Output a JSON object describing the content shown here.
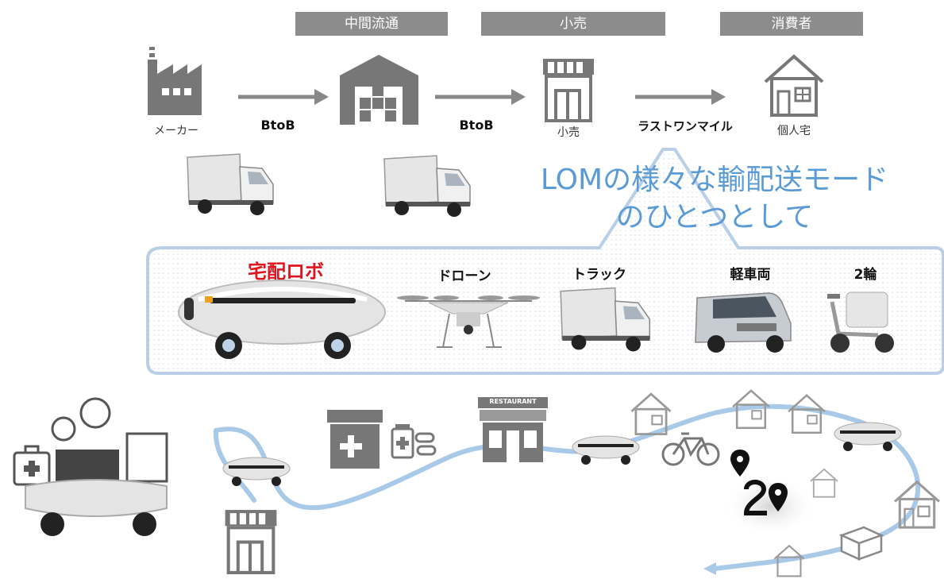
{
  "stages": {
    "wholesale": "中間流通",
    "retail": "小売",
    "consumer": "消費者"
  },
  "nodes": {
    "maker": "メーカー",
    "retail": "小売",
    "home": "個人宅"
  },
  "flows": {
    "b2b_1": "BtoB",
    "b2b_2": "BtoB",
    "last_one_mile": "ラストワンマイル"
  },
  "headline": {
    "line1": "LOMの様々な輸配送モード",
    "line2": "のひとつとして"
  },
  "modes": [
    {
      "label": "宅配ロボ"
    },
    {
      "label": "ドローン"
    },
    {
      "label": "トラック"
    },
    {
      "label": "軽車両"
    },
    {
      "label": "2輪"
    }
  ],
  "map": {
    "restaurant_sign": "RESTAURANT"
  },
  "colors": {
    "accent_blue": "#5b9bd5",
    "route_blue": "#a9c9e8",
    "stage_gray": "#8c8c8c",
    "robot_red": "#e0141e"
  }
}
